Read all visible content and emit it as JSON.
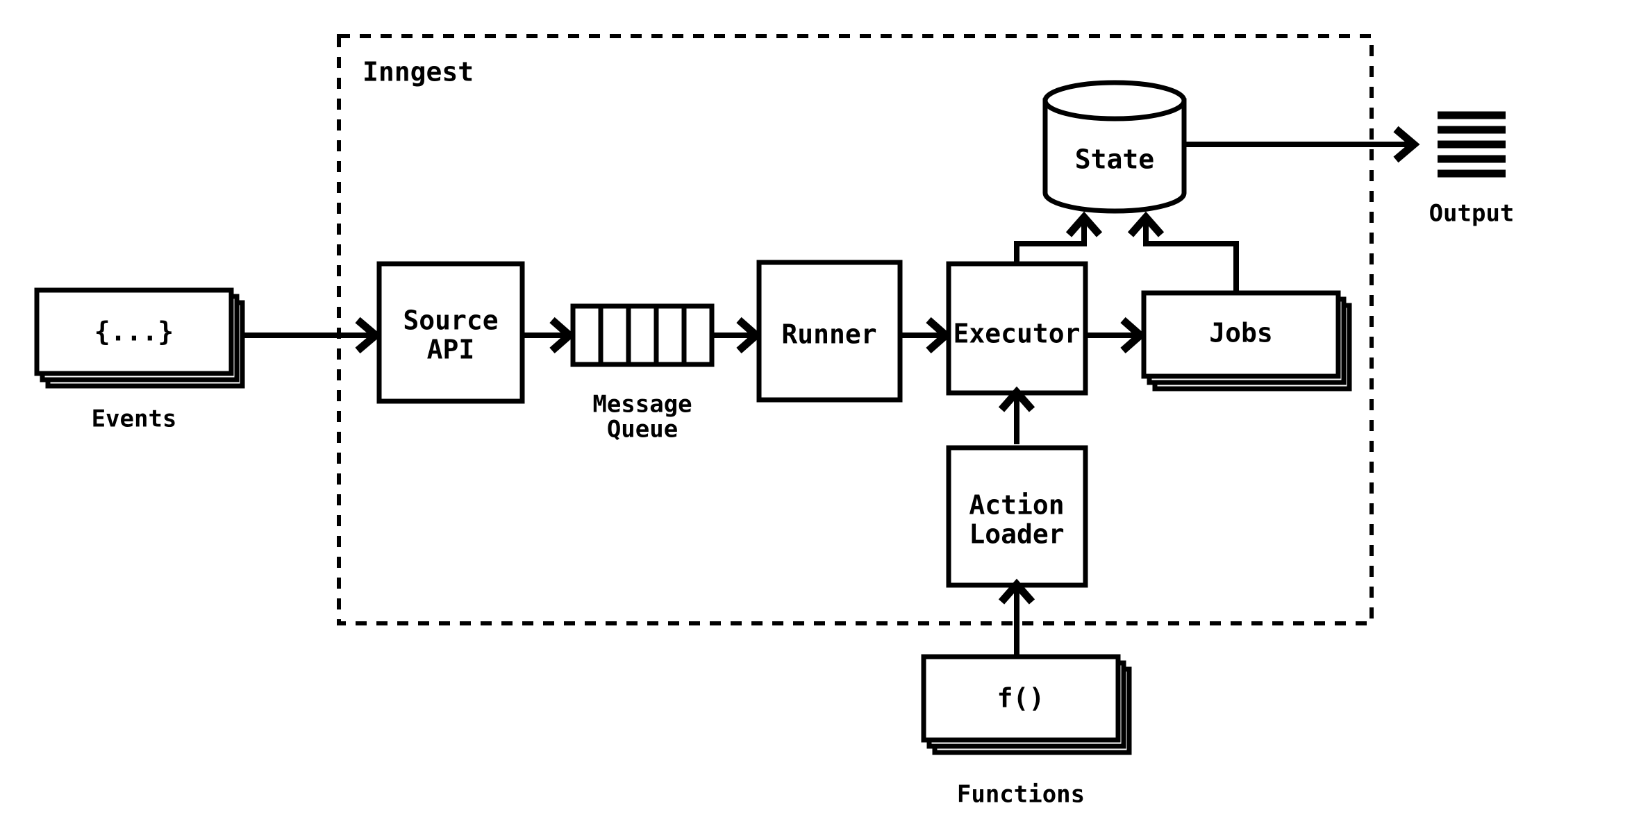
{
  "diagram": {
    "title": "Inngest",
    "background_color": "#ffffff",
    "line_color": "#000000",
    "boundary": {
      "label": "Inngest",
      "style": "dashed"
    },
    "nodes": {
      "events": {
        "label": "{...}",
        "caption": "Events",
        "shape": "stacked-rectangle",
        "stack_count": 3
      },
      "source_api": {
        "label_line1": "Source",
        "label_line2": "API",
        "shape": "rectangle"
      },
      "message_queue": {
        "caption_line1": "Message",
        "caption_line2": "Queue",
        "shape": "queue",
        "cells": 5
      },
      "runner": {
        "label": "Runner",
        "shape": "rectangle"
      },
      "executor": {
        "label": "Executor",
        "shape": "rectangle"
      },
      "jobs": {
        "label": "Jobs",
        "shape": "stacked-rectangle",
        "stack_count": 3
      },
      "state": {
        "label": "State",
        "shape": "cylinder"
      },
      "output": {
        "caption": "Output",
        "shape": "document-lines-icon",
        "line_count": 5
      },
      "action_loader": {
        "label_line1": "Action",
        "label_line2": "Loader",
        "shape": "rectangle"
      },
      "functions": {
        "label": "f()",
        "caption": "Functions",
        "shape": "stacked-rectangle",
        "stack_count": 3
      }
    },
    "edges": [
      {
        "from": "events",
        "to": "source_api",
        "arrow": true
      },
      {
        "from": "source_api",
        "to": "message_queue",
        "arrow": true
      },
      {
        "from": "message_queue",
        "to": "runner",
        "arrow": true
      },
      {
        "from": "runner",
        "to": "executor",
        "arrow": true
      },
      {
        "from": "executor",
        "to": "jobs",
        "arrow": true
      },
      {
        "from": "executor",
        "to": "state",
        "arrow": true
      },
      {
        "from": "jobs",
        "to": "state",
        "arrow": true
      },
      {
        "from": "state",
        "to": "output",
        "arrow": true
      },
      {
        "from": "action_loader",
        "to": "executor",
        "arrow": true
      },
      {
        "from": "functions",
        "to": "action_loader",
        "arrow": true
      }
    ]
  }
}
